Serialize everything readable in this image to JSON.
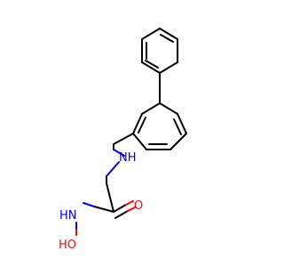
{
  "molecule": {
    "colors": {
      "carbon": "#000000",
      "nitrogen": "#0000ff",
      "oxygen": "#ff0000",
      "background": "#ffffff"
    },
    "labels": {
      "amine_nh": "NH",
      "amide_hn": "HN",
      "hydroxyl": "HO",
      "carbonyl_o": "O"
    }
  }
}
